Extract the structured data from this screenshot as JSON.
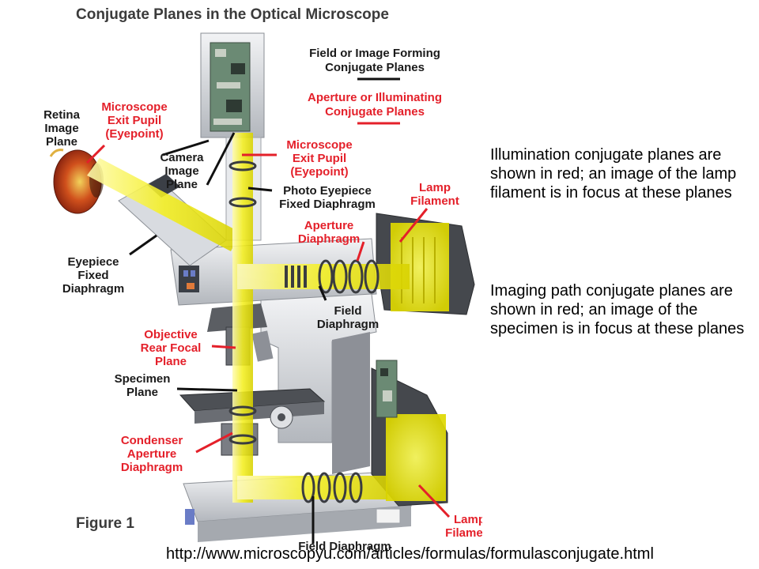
{
  "figure": {
    "title": "Conjugate Planes in the Optical Microscope",
    "figure_number": "Figure 1",
    "legend": {
      "field_line1": "Field or Image Forming",
      "field_line2": "Conjugate Planes",
      "aperture_line1": "Aperture or Illuminating",
      "aperture_line2": "Conjugate Planes"
    },
    "labels": {
      "retina": [
        "Retina",
        "Image",
        "Plane"
      ],
      "exit_pupil_left": [
        "Microscope",
        "Exit Pupil",
        "(Eyepoint)"
      ],
      "camera_plane": [
        "Camera",
        "Image",
        "Plane"
      ],
      "exit_pupil_top": [
        "Microscope",
        "Exit Pupil",
        "(Eyepoint)"
      ],
      "photo_eyepiece": [
        "Photo Eyepiece",
        "Fixed Diaphragm"
      ],
      "lamp_filament_top": [
        "Lamp",
        "Filament"
      ],
      "aperture_diaphragm": [
        "Aperture",
        "Diaphragm"
      ],
      "eyepiece_fixed": [
        "Eyepiece",
        "Fixed",
        "Diaphragm"
      ],
      "field_diaphragm_mid": [
        "Field",
        "Diaphragm"
      ],
      "objective_rear": [
        "Objective",
        "Rear Focal",
        "Plane"
      ],
      "specimen_plane": [
        "Specimen",
        "Plane"
      ],
      "condenser": [
        "Condenser",
        "Aperture",
        "Diaphragm"
      ],
      "lamp_filament_bottom": [
        "Lamp",
        "Filament"
      ],
      "field_diaphragm_bottom": [
        "Field Diaphragm"
      ]
    }
  },
  "notes": {
    "illumination": "Illumination conjugate planes are shown in red; an image of the lamp filament is in focus at these planes",
    "imaging": "Imaging path conjugate planes are shown in red; an image of the specimen is in focus at these planes"
  },
  "source_url": "http://www.microscopyu.com/articles/formulas/formulasconjugate.html",
  "colors": {
    "red_label": "#e4202a",
    "light_path": "#f2ef1e",
    "body_grey": "#c9ccd1",
    "dark_grey": "#5b5e63",
    "line_black": "#111111"
  }
}
